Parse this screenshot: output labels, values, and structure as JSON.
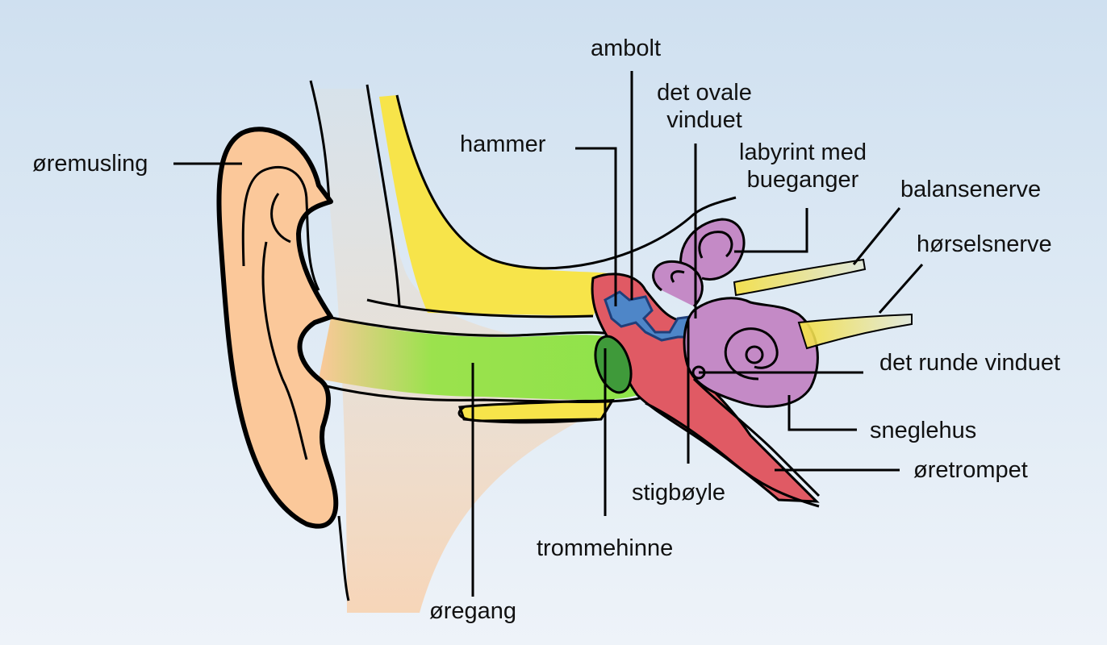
{
  "labels": {
    "auricle": "øremusling",
    "ear_canal": "øregang",
    "eardrum": "trommehinne",
    "hammer": "hammer",
    "anvil": "ambolt",
    "oval_window_line1": "det ovale",
    "oval_window_line2": "vinduet",
    "labyrinth_line1": "labyrint med",
    "labyrinth_line2": "bueganger",
    "balance_nerve": "balansenerve",
    "hearing_nerve": "hørselsnerve",
    "round_window": "det runde vinduet",
    "cochlea": "sneglehus",
    "eustachian_tube": "øretrompet",
    "stirrup": "stigbøyle"
  },
  "colors": {
    "skin": "#fbc89a",
    "ear_canal": "#8ee34a",
    "bone": "#f7e44a",
    "middle_ear": "#e05a64",
    "ossicles": "#4e86c8",
    "inner_ear": "#c48ac6",
    "nerve": "#f2e050",
    "eardrum": "#3f9a3a"
  }
}
